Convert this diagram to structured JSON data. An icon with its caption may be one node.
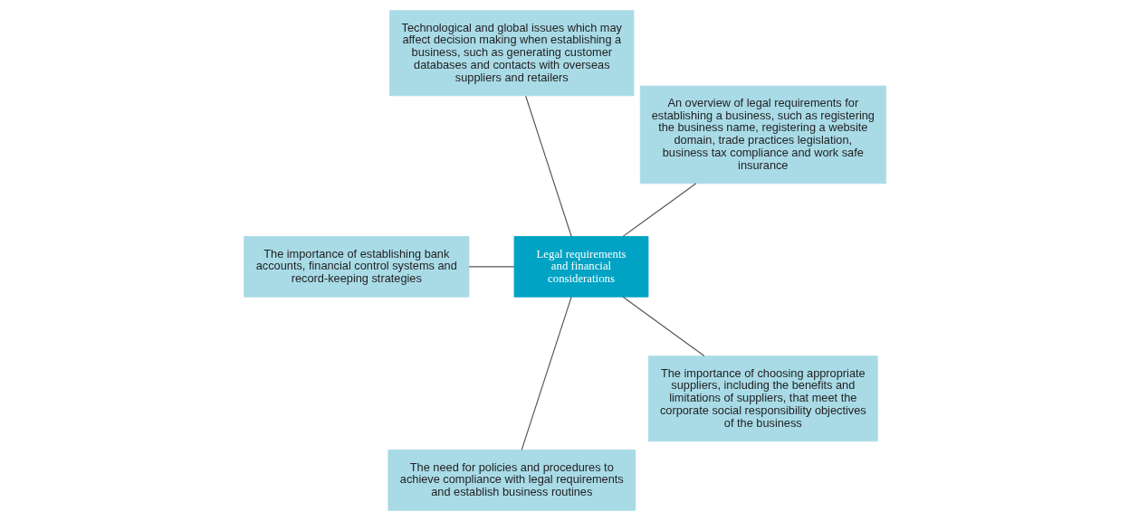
{
  "diagram": {
    "nodes": [
      {
        "text": [
          "An overview of legal requirements for establishing a business, such as registering the business name, registering a website domain, trade practices legislation, business tax compliance and work safe insurance"
        ]
      },
      {
        "text": [
          "Technological and global issues which may affect decision making when establishing a business, such as generating customer databases and contacts with overseas suppliers and retailers"
        ]
      },
      {
        "text": [
          "Legal requirements and financial considerations"
        ]
      },
      {
        "text": [
          "The importance of establishing bank accounts, financial control systems and record-keeping strategies"
        ]
      },
      {
        "text": [
          "The need for policies and procedures to achieve compliance with legal requirements and establish business routines"
        ]
      },
      {
        "text": [
          "The importance of choosing appropriate suppliers, including the benefits and limitations of suppliers, that meet the corporate social responsibility objectives of the business"
        ]
      }
    ],
    "edges": [
      {
        "from": 2,
        "to": 0,
        "arrow": "none"
      },
      {
        "from": 2,
        "to": 1,
        "arrow": "none"
      },
      {
        "from": 2,
        "to": 3,
        "arrow": "none"
      },
      {
        "from": 2,
        "to": 4,
        "arrow": "none"
      },
      {
        "from": 2,
        "to": 5,
        "arrow": "none"
      }
    ]
  }
}
